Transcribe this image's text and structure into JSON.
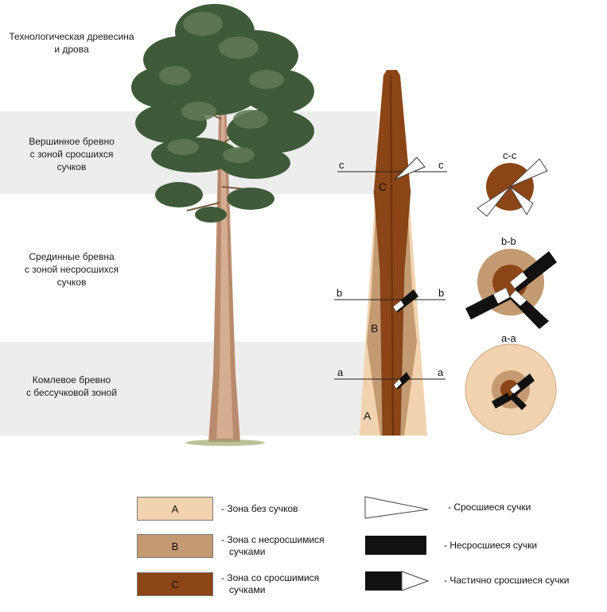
{
  "tree_labels": {
    "technological": [
      "Технологическая древесина",
      "и дрова"
    ],
    "top_log": [
      "Вершинное бревно",
      "с зоной сросшихся",
      "сучков"
    ],
    "middle_logs": [
      "Срединные бревна",
      "с зоной несросшихся",
      "сучков"
    ],
    "butt_log": [
      "Комлевое бревно",
      "с бессучковой зоной"
    ]
  },
  "trunk": {
    "zone_letters": {
      "a": "A",
      "b": "B",
      "c": "C"
    },
    "sections": [
      {
        "left": "a",
        "right": "a"
      },
      {
        "left": "b",
        "right": "b"
      },
      {
        "left": "c",
        "right": "c"
      }
    ]
  },
  "cross_sections": {
    "cc": "c-c",
    "bb": "b-b",
    "aa": "a-a"
  },
  "legend": {
    "zones": [
      {
        "letter": "A",
        "lines": [
          "- Зона без сучков"
        ]
      },
      {
        "letter": "B",
        "lines": [
          "- Зона с несросшимися",
          "сучками"
        ]
      },
      {
        "letter": "C",
        "lines": [
          "- Зона со сросшимися",
          "сучками"
        ]
      }
    ],
    "knots": [
      {
        "type": "fused",
        "label": "- Сросшиеся сучки"
      },
      {
        "type": "unfused",
        "label": "- Несросшиеся сучки"
      },
      {
        "type": "partial",
        "label": "- Частично сросшиеся сучки"
      }
    ]
  },
  "colors": {
    "zone_a": "#f2d2af",
    "zone_b": "#c49a72",
    "zone_c": "#8b4516",
    "core": "#7a3c12",
    "band": "#ededed",
    "foliage": "#3f5a39",
    "bark": "#b88a6e"
  }
}
